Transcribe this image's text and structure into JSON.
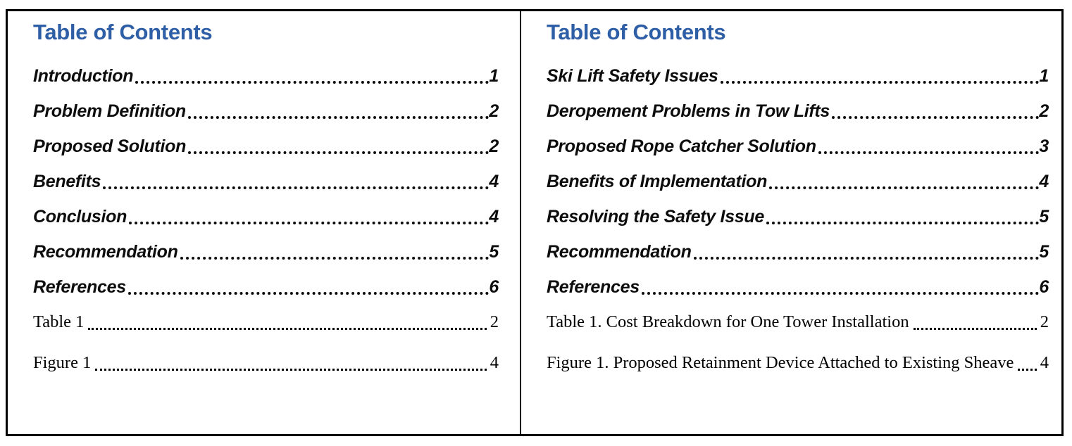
{
  "colors": {
    "heading_blue": "#2E5EA6",
    "text_black": "#0d0d0d",
    "border_black": "#000000"
  },
  "panels": [
    {
      "heading": "Table of Contents",
      "entries": [
        {
          "label": "Introduction",
          "page": "1",
          "style": "section"
        },
        {
          "label": "Problem Definition",
          "page": "2",
          "style": "section"
        },
        {
          "label": "Proposed Solution",
          "page": "2",
          "style": "section"
        },
        {
          "label": "Benefits",
          "page": "4",
          "style": "section"
        },
        {
          "label": "Conclusion",
          "page": "4",
          "style": "section"
        },
        {
          "label": "Recommendation",
          "page": "5",
          "style": "section"
        },
        {
          "label": "References",
          "page": "6",
          "style": "section"
        },
        {
          "label": "Table 1",
          "page": "2",
          "style": "caption"
        },
        {
          "label": "Figure 1",
          "page": "4",
          "style": "caption"
        }
      ]
    },
    {
      "heading": "Table of Contents",
      "entries": [
        {
          "label": "Ski Lift Safety Issues",
          "page": "1",
          "style": "section"
        },
        {
          "label": "Deropement Problems in Tow Lifts",
          "page": "2",
          "style": "section"
        },
        {
          "label": "Proposed Rope Catcher Solution",
          "page": "3",
          "style": "section"
        },
        {
          "label": "Benefits of Implementation",
          "page": "4",
          "style": "section"
        },
        {
          "label": "Resolving the Safety Issue",
          "page": "5",
          "style": "section"
        },
        {
          "label": "Recommendation",
          "page": "5",
          "style": "section"
        },
        {
          "label": "References",
          "page": "6",
          "style": "section"
        },
        {
          "label": "Table 1. Cost Breakdown for One Tower Installation",
          "page": "2",
          "style": "caption"
        },
        {
          "label": "Figure 1. Proposed Retainment Device Attached to Existing Sheave",
          "page": "4",
          "style": "caption"
        }
      ]
    }
  ]
}
